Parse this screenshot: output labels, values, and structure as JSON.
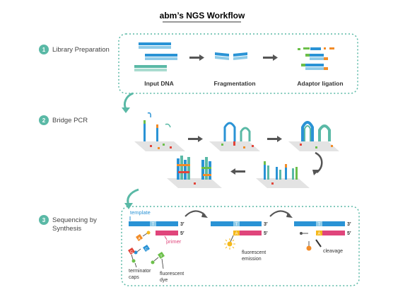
{
  "title": {
    "brand": "abm",
    "suffix": "’s NGS Workflow"
  },
  "steps": [
    {
      "number": "1",
      "label": "Library Preparation"
    },
    {
      "number": "2",
      "label": "Bridge PCR"
    },
    {
      "number": "3",
      "label": "Sequencing by",
      "label_line2": "Synthesis"
    }
  ],
  "library_stages": [
    "Input DNA",
    "Fragmentation",
    "Adaptor ligation"
  ],
  "sequencing": {
    "template_label": "template",
    "primer_label": "primer",
    "terminator_label": "terminator",
    "terminator_label2": "caps",
    "dye_label": "fluorescent",
    "dye_label2": "dye",
    "emission_label": "fluorescent",
    "emission_label2": "emission",
    "cleavage_label": "cleavage",
    "three_prime": "3′",
    "five_prime": "5′",
    "base_T": "T",
    "base_A": "A",
    "base_C": "C",
    "base_G": "G"
  },
  "colors": {
    "teal": "#5ab9a6",
    "blue": "#2a93d5",
    "pink": "#e0457b",
    "orange": "#f28c28",
    "yellow": "#f5b91c",
    "green": "#6cbf4a",
    "red": "#e2453a",
    "platform": "#e3e3e3"
  }
}
